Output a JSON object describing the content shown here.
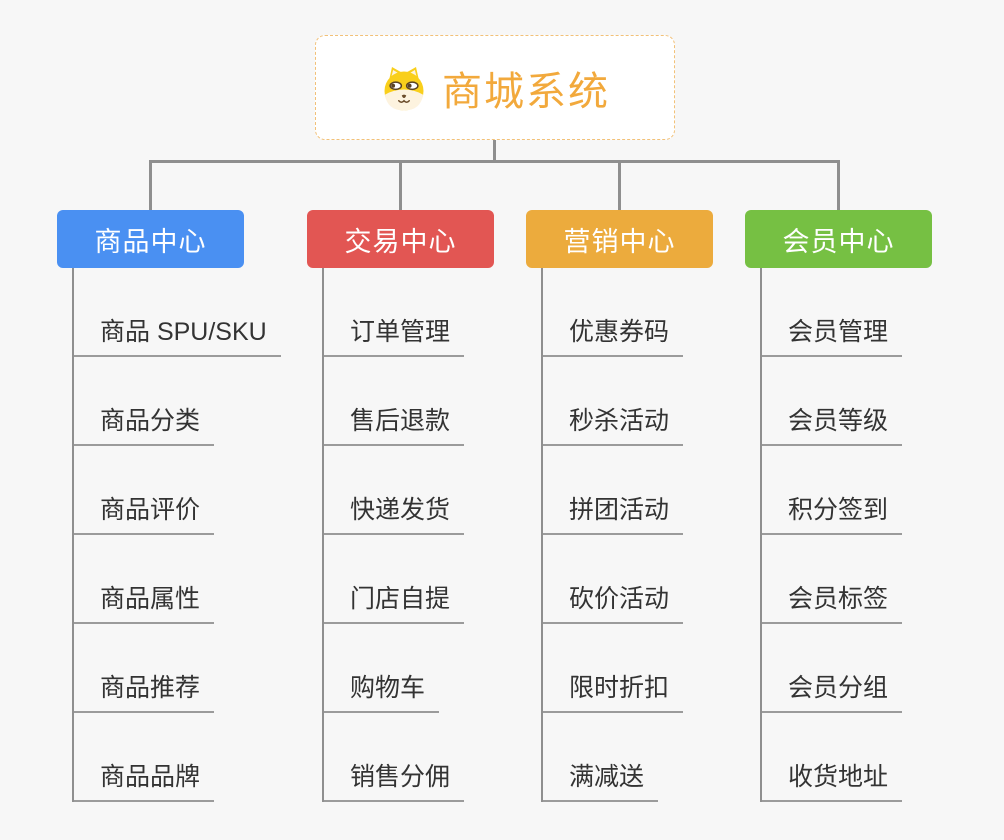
{
  "root": {
    "title": "商城系统",
    "icon": "dog-face-icon",
    "title_color": "#f2a93c",
    "border_color": "#f2c178"
  },
  "connector_color": "#8f8f8f",
  "background_color": "#f7f7f7",
  "branches": [
    {
      "label": "商品中心",
      "color": "#4a90f2",
      "children": [
        "商品 SPU/SKU",
        "商品分类",
        "商品评价",
        "商品属性",
        "商品推荐",
        "商品品牌"
      ]
    },
    {
      "label": "交易中心",
      "color": "#e25653",
      "children": [
        "订单管理",
        "售后退款",
        "快递发货",
        "门店自提",
        "购物车",
        "销售分佣"
      ]
    },
    {
      "label": "营销中心",
      "color": "#ecab3d",
      "children": [
        "优惠券码",
        "秒杀活动",
        "拼团活动",
        "砍价活动",
        "限时折扣",
        "满减送"
      ]
    },
    {
      "label": "会员中心",
      "color": "#76c043",
      "children": [
        "会员管理",
        "会员等级",
        "积分签到",
        "会员标签",
        "会员分组",
        "收货地址"
      ]
    }
  ]
}
